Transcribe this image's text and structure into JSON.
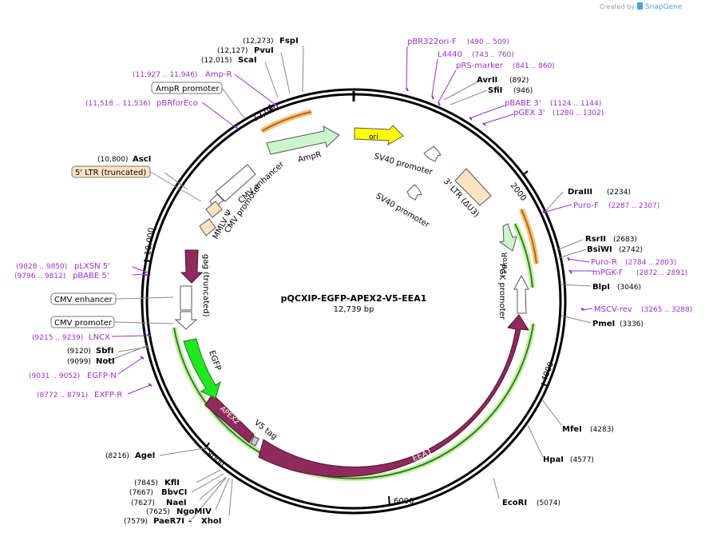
{
  "branding": {
    "created_by": "Created by",
    "product": "SnapGene"
  },
  "plasmid": {
    "name": "pQCXIP-EGFP-APEX2-V5-EEA1",
    "size": "12,739 bp",
    "length": 12739
  },
  "ticks": [
    "2000",
    "4000",
    "6000",
    "8000",
    "10,000",
    "12,000"
  ],
  "sites": [
    {
      "name": "FspI",
      "pos": "(12,273)"
    },
    {
      "name": "PvuI",
      "pos": "(12,127)"
    },
    {
      "name": "ScaI",
      "pos": "(12,015)"
    },
    {
      "name": "AvrII",
      "pos": "(892)"
    },
    {
      "name": "SfiI",
      "pos": "(946)"
    },
    {
      "name": "DraIII",
      "pos": "(2234)"
    },
    {
      "name": "RsrII",
      "pos": "(2683)"
    },
    {
      "name": "BsiWI",
      "pos": "(2742)"
    },
    {
      "name": "BlpI",
      "pos": "(3046)"
    },
    {
      "name": "PmeI",
      "pos": "(3336)"
    },
    {
      "name": "MfeI",
      "pos": "(4283)"
    },
    {
      "name": "HpaI",
      "pos": "(4577)"
    },
    {
      "name": "EcoRI",
      "pos": "(5074)"
    },
    {
      "name": "AgeI",
      "pos": "(8216)"
    },
    {
      "name": "KflI",
      "pos": "(7845)"
    },
    {
      "name": "BbvCI",
      "pos": "(7667)"
    },
    {
      "name": "NaeI",
      "pos": "(7627)"
    },
    {
      "name": "NgoMIV",
      "pos": "(7625)"
    },
    {
      "name": "PaeR7I",
      "pos": "(7579)"
    },
    {
      "name": "XhoI",
      "pos": ""
    },
    {
      "name": "SbfI",
      "pos": "(9120)"
    },
    {
      "name": "NotI",
      "pos": "(9099)"
    },
    {
      "name": "AscI",
      "pos": "(10,800)"
    }
  ],
  "primers": [
    {
      "name": "pBR322ori-F",
      "pos": "(490 .. 509)"
    },
    {
      "name": "L4440",
      "pos": "(743 .. 760)"
    },
    {
      "name": "pRS-marker",
      "pos": "(841 .. 860)"
    },
    {
      "name": "pBABE 3'",
      "pos": "(1124 .. 1144)"
    },
    {
      "name": "pGEX 3'",
      "pos": "(1280 .. 1302)"
    },
    {
      "name": "Puro-F",
      "pos": "(2287 .. 2307)"
    },
    {
      "name": "Puro-R",
      "pos": "(2784 .. 2803)"
    },
    {
      "name": "mPGK-F",
      "pos": "(2872 .. 2891)"
    },
    {
      "name": "MSCV-rev",
      "pos": "(3265 .. 3288)"
    },
    {
      "name": "Amp-R",
      "pos": "(11,927 .. 11,946)"
    },
    {
      "name": "pBRforEco",
      "pos": "(11,518 .. 11,536)"
    },
    {
      "name": "pLXSN 5'",
      "pos": "(9828 .. 9850)"
    },
    {
      "name": "pBABE 5'",
      "pos": "(9796 .. 9812)"
    },
    {
      "name": "LNCX",
      "pos": "(9215 .. 9239)"
    },
    {
      "name": "EGFP-N",
      "pos": "(9031 .. 9052)"
    },
    {
      "name": "EXFP-R",
      "pos": "(8772 .. 8791)"
    }
  ],
  "boxed_labels": [
    {
      "text": "AmpR promoter"
    },
    {
      "text": "5' LTR (truncated)"
    },
    {
      "text": "CMV enhancer"
    },
    {
      "text": "CMV promoter"
    }
  ],
  "features": {
    "ori": "ori",
    "ampr": "AmpR",
    "sv40_a": "SV40 promoter",
    "sv40_b": "SV40 promoter",
    "ltr3": "3' LTR (ΔU3)",
    "puror": "PuroR",
    "pgk": "PGK promoter",
    "eea1": "EEA1",
    "apex2": "APEX2",
    "v5": "V5 tag",
    "egfp": "EGFP",
    "gag": "gag (truncated)",
    "cmv_enh": "CMV enhancer",
    "cmv_pro": "CMV promoter",
    "mmlv": "MMLV Ψ"
  },
  "colors": {
    "primer": "#9b30d0",
    "ori": "#ffff00",
    "ampr": "#ccf5cc",
    "eea1": "#8f2a5c",
    "egfp": "#22e622",
    "ltr": "#fde3c4",
    "sv40": "#ffffff",
    "orf_highlight": "#c8f0a0",
    "amp_highlight": "#f0b060"
  }
}
